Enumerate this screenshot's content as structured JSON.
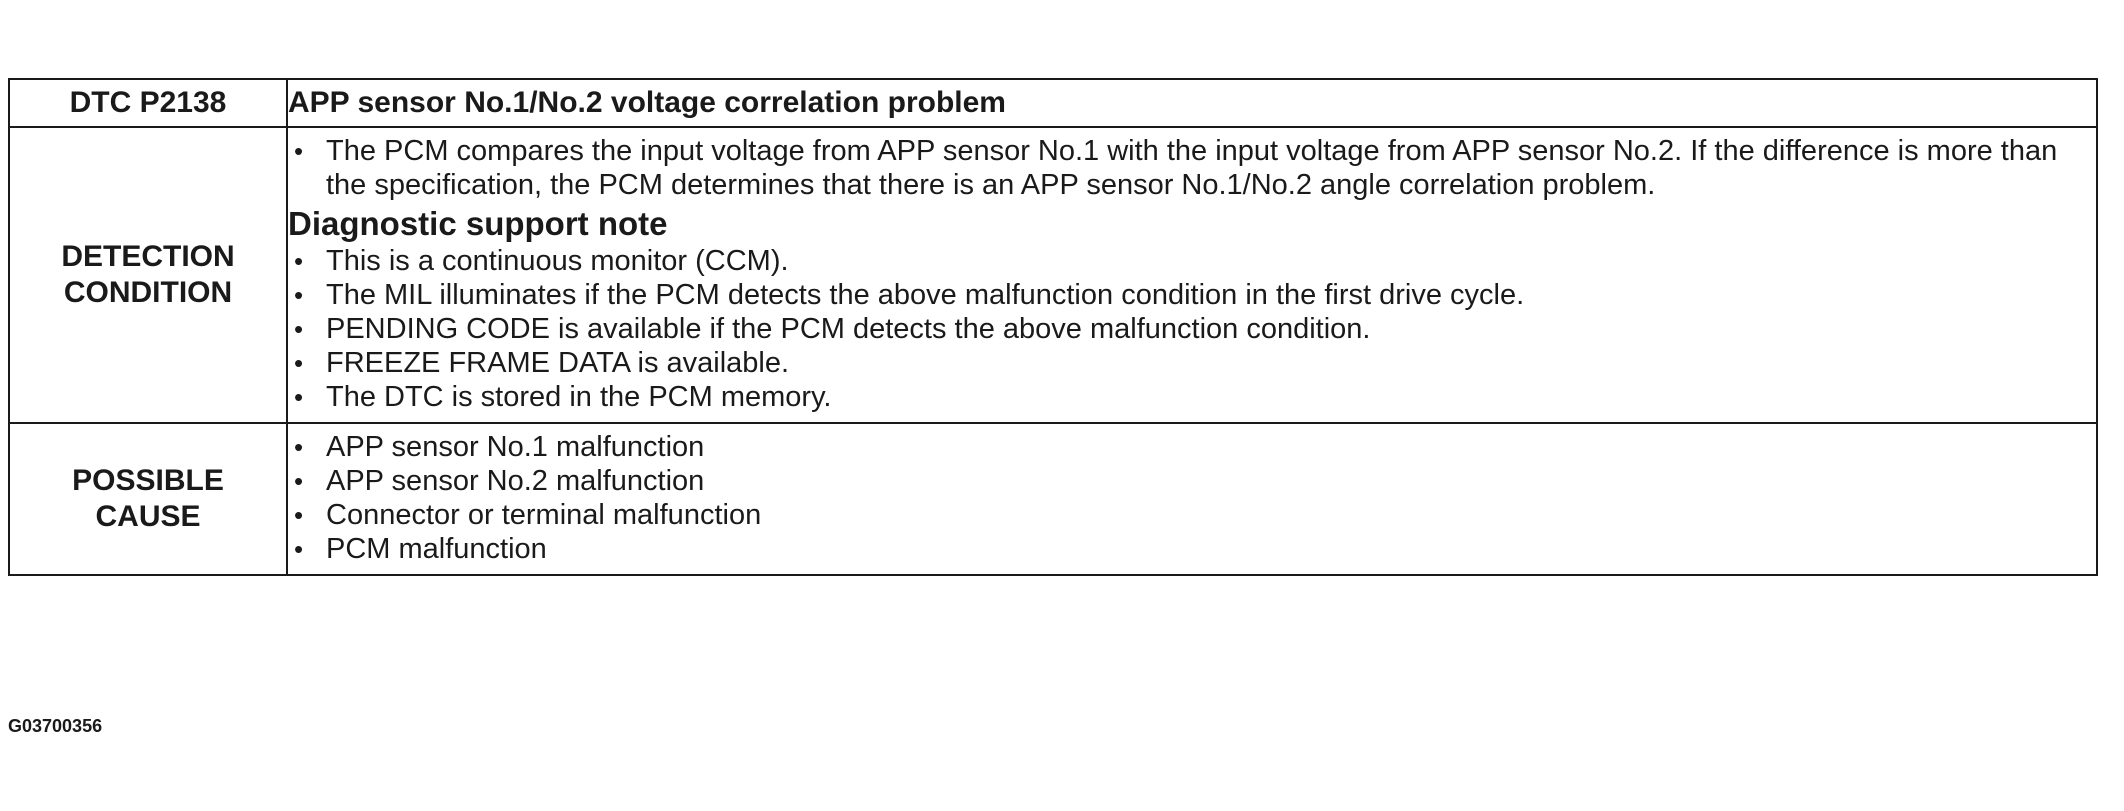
{
  "header": {
    "code": "DTC P2138",
    "title": "APP sensor No.1/No.2 voltage correlation problem"
  },
  "detection": {
    "label_line1": "DETECTION",
    "label_line2": "CONDITION",
    "description": "The PCM compares the input voltage from APP sensor No.1 with the input voltage from APP sensor No.2. If the difference is more than the specification, the PCM determines that there is an APP sensor No.1/No.2 angle correlation problem.",
    "note_heading": "Diagnostic support note",
    "notes": [
      "This is a continuous monitor (CCM).",
      "The MIL illuminates if the PCM detects the above malfunction condition in the first drive cycle.",
      "PENDING CODE is available if the PCM detects the above malfunction condition.",
      "FREEZE FRAME DATA is available.",
      "The DTC is stored in the PCM memory."
    ]
  },
  "possible_cause": {
    "label_line1": "POSSIBLE",
    "label_line2": "CAUSE",
    "items": [
      "APP sensor No.1 malfunction",
      "APP sensor No.2 malfunction",
      "Connector or terminal malfunction",
      "PCM malfunction"
    ]
  },
  "figure_id": "G03700356",
  "icons": {
    "bullet": "•"
  }
}
